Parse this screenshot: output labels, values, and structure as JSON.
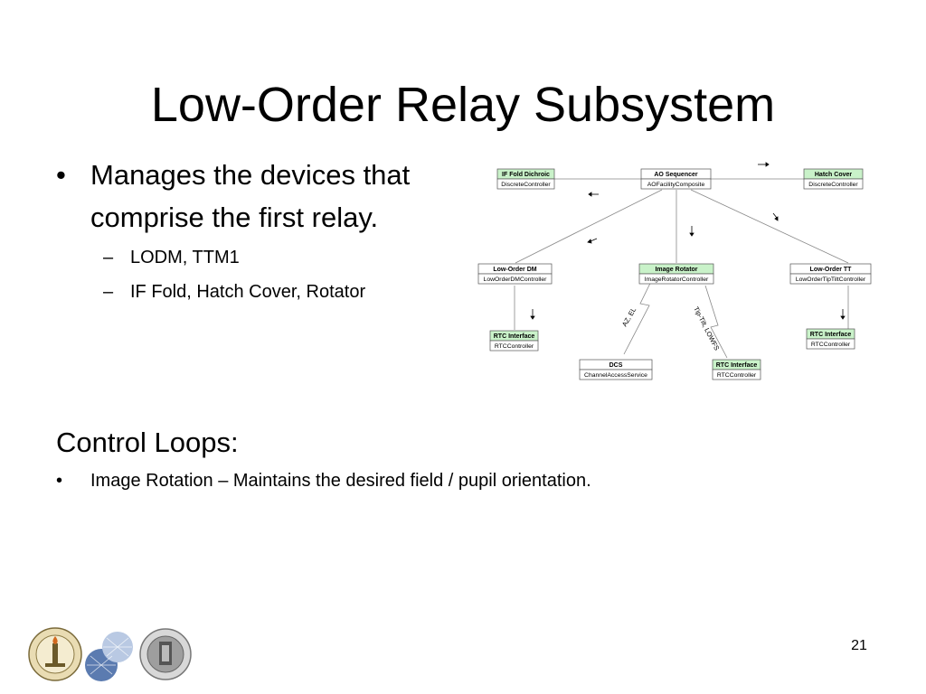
{
  "slide": {
    "title": "Low-Order Relay Subsystem",
    "bullets": [
      {
        "text": "Manages the devices that comprise the first relay.",
        "sub": [
          "LODM, TTM1",
          "IF Fold, Hatch Cover, Rotator"
        ]
      }
    ],
    "loops_title": "Control Loops:",
    "loops": [
      "Image Rotation – Maintains the desired field / pupil orientation."
    ],
    "page_number": "21"
  },
  "diagram": {
    "nodes": {
      "if_fold": {
        "name": "IF Fold Dichroic",
        "type": "DiscreteController",
        "highlight": true
      },
      "ao_seq": {
        "name": "AO Sequencer",
        "type": "AOFacilityComposite",
        "highlight": false
      },
      "hatch": {
        "name": "Hatch Cover",
        "type": "DiscreteController",
        "highlight": true
      },
      "lodm": {
        "name": "Low-Order DM",
        "type": "LowOrderDMController",
        "highlight": false
      },
      "rotator": {
        "name": "Image Rotator",
        "type": "ImageRotatorController",
        "highlight": true
      },
      "lott": {
        "name": "Low-Order TT",
        "type": "LowOrderTipTiltController",
        "highlight": false
      },
      "rtc1": {
        "name": "RTC Interface",
        "type": "RTCController",
        "highlight": true
      },
      "rtc2": {
        "name": "RTC Interface",
        "type": "RTCController",
        "highlight": true
      },
      "rtc3": {
        "name": "RTC Interface",
        "type": "RTCController",
        "highlight": true
      },
      "dcs": {
        "name": "DCS",
        "type": "ChannelAccessService",
        "highlight": false
      }
    },
    "edge_labels": {
      "az_el": "AZ, EL",
      "tiptilt": "Tip-Tilt, LOWFS"
    }
  },
  "colors": {
    "highlight": "#c9f2c9",
    "line": "#888888",
    "border": "#555555"
  }
}
